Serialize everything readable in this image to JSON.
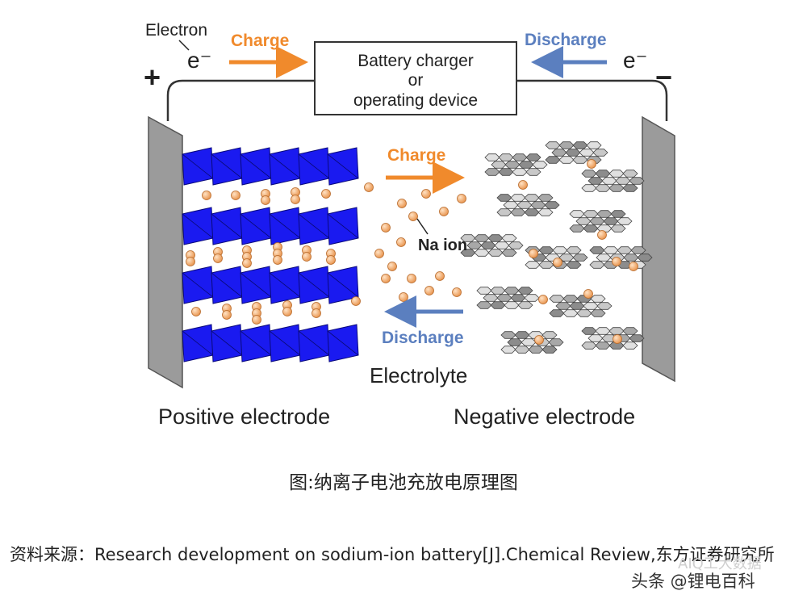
{
  "diagram": {
    "electron_label": "Electron",
    "electron_symbol_left": "e⁻",
    "electron_symbol_right": "e⁻",
    "plus_sign": "+",
    "minus_sign": "−",
    "top_charge": "Charge",
    "top_discharge": "Discharge",
    "device_lines": [
      "Battery charger",
      "or",
      "operating device"
    ],
    "mid_charge": "Charge",
    "mid_discharge": "Discharge",
    "na_ion": "Na ion",
    "electrolyte": "Electrolyte",
    "positive_electrode": "Positive electrode",
    "negative_electrode": "Negative electrode",
    "colors": {
      "charge": "#f08a2c",
      "discharge": "#5b7fbf",
      "cathode": "#1a1af0",
      "ion": "#f0a868",
      "graphite": "#bdbdbd"
    }
  },
  "caption": "图:纳离子电池充放电原理图",
  "source": "资料来源：Research development on sodium-ion battery[J].Chemical Review,东方证券研究所",
  "watermark": {
    "text": "头条 @锂电百科",
    "faint": "AIQ工大数据"
  }
}
